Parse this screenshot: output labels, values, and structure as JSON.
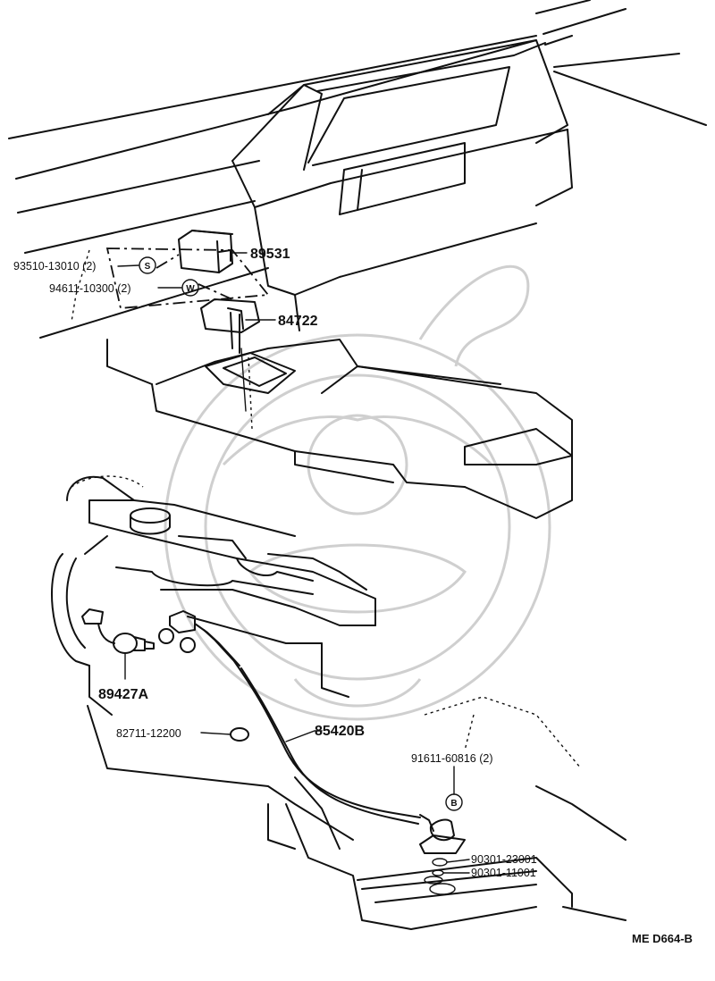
{
  "parts": {
    "p89531": "89531",
    "p93510": "93510-13010 (2)",
    "p94611": "94611-10300 (2)",
    "p84722": "84722",
    "p89427A": "89427A",
    "p82711": "82711-12200",
    "p85420B": "85420B",
    "p91611": "91611-60816 (2)",
    "p90301a": "90301-23001",
    "p90301b": "90301-11001"
  },
  "symbols": {
    "s": "S",
    "w": "W",
    "b": "B"
  },
  "footer": {
    "code": "ME  D664-B"
  }
}
